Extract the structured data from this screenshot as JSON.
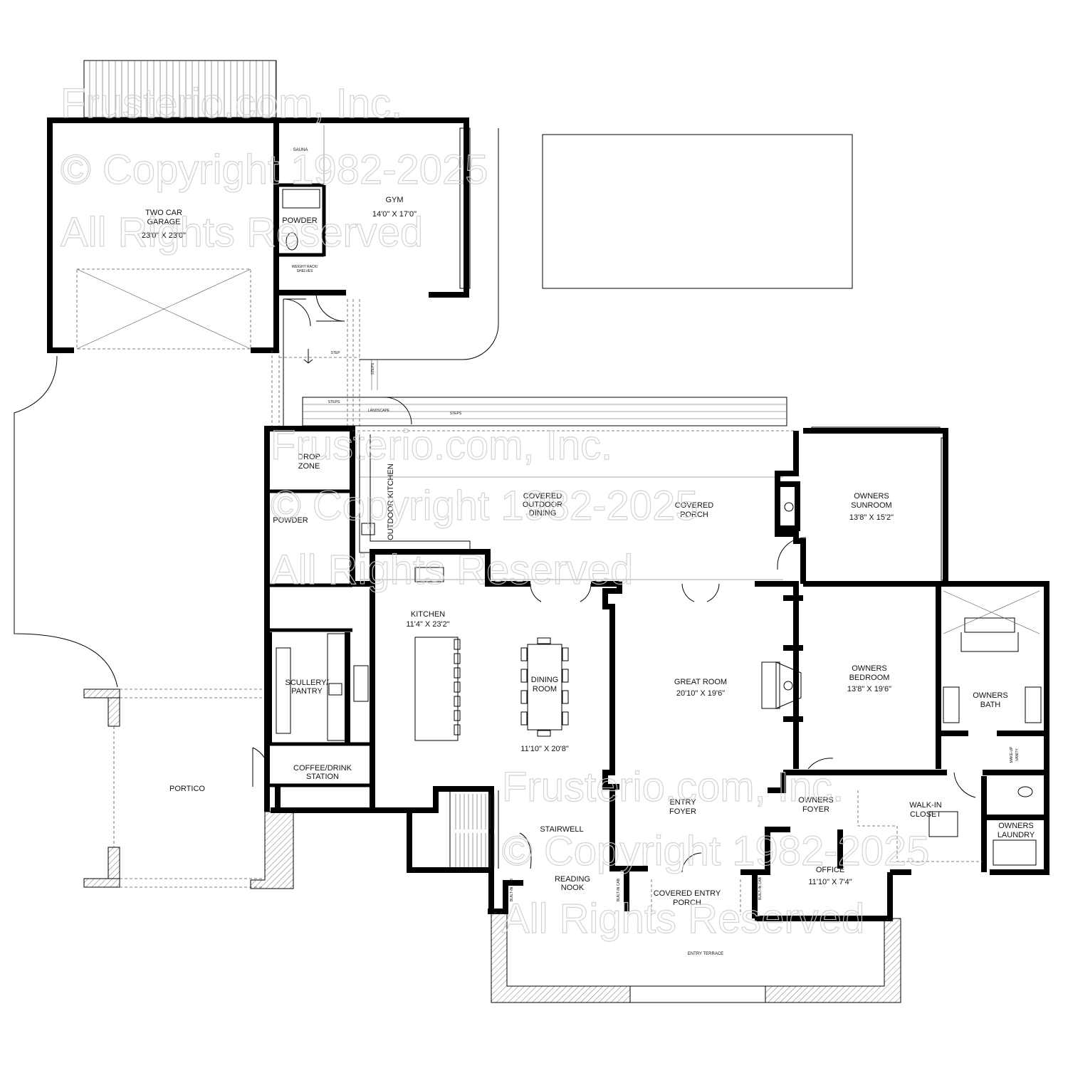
{
  "watermark": {
    "line1": "Frusterio.com, Inc.",
    "line2": "© Copyright 1982-2025",
    "line3": "All Rights Reserved"
  },
  "rooms": {
    "garage": {
      "name_1": "TWO CAR",
      "name_2": "GARAGE",
      "dims": "23'0\" X 23'0\""
    },
    "sauna": {
      "name": "SAUNA"
    },
    "powder_upper": {
      "name": "POWDER"
    },
    "weight_rack": {
      "name_1": "WEIGHT RACK/",
      "name_2": "SHELVES"
    },
    "gym": {
      "name": "GYM",
      "dims": "14'0\" X 17'0\""
    },
    "drop_zone": {
      "name_1": "DROP",
      "name_2": "ZONE"
    },
    "powder_lower": {
      "name": "POWDER"
    },
    "outdoor_kitchen": {
      "name": "OUTDOOR KITCHEN"
    },
    "covered_outdoor_dining": {
      "name_1": "COVERED",
      "name_2": "OUTDOOR",
      "name_3": "DINING"
    },
    "covered_porch": {
      "name_1": "COVERED",
      "name_2": "PORCH"
    },
    "owners_sunroom": {
      "name_1": "OWNERS",
      "name_2": "SUNROOM",
      "dims": "13'8\" X 15'2\""
    },
    "kitchen": {
      "name": "KITCHEN",
      "dims": "11'4\" X 23'2\""
    },
    "scullery": {
      "name_1": "SCULLERY/",
      "name_2": "PANTRY"
    },
    "dining": {
      "name_1": "DINING",
      "name_2": "ROOM",
      "dims": "11'10\" X 20'8\""
    },
    "great_room": {
      "name": "GREAT ROOM",
      "dims": "20'10\" X 19'6\""
    },
    "owners_bedroom": {
      "name_1": "OWNERS",
      "name_2": "BEDROOM",
      "dims": "13'8\" X 19'6\""
    },
    "owners_bath": {
      "name_1": "OWNERS",
      "name_2": "BATH"
    },
    "makeup_vanity": {
      "name_1": "MAKE-UP",
      "name_2": "VANITY"
    },
    "coffee_station": {
      "name_1": "COFFEE/DRINK",
      "name_2": "STATION"
    },
    "portico": {
      "name": "PORTICO"
    },
    "stairwell": {
      "name": "STAIRWELL"
    },
    "reading_nook": {
      "name_1": "READING",
      "name_2": "NOOK"
    },
    "entry_foyer": {
      "name_1": "ENTRY",
      "name_2": "FOYER"
    },
    "owners_foyer": {
      "name_1": "OWNERS",
      "name_2": "FOYER"
    },
    "walk_in_closet": {
      "name_1": "WALK-IN",
      "name_2": "CLOSET"
    },
    "owners_laundry": {
      "name_1": "OWNERS",
      "name_2": "LAUNDRY"
    },
    "office": {
      "name": "OFFICE",
      "dims": "11'10\" X 7'4\""
    },
    "covered_entry_porch": {
      "name_1": "COVERED ENTRY",
      "name_2": "PORCH"
    },
    "entry_terrace": {
      "name": "ENTRY TERRACE"
    }
  },
  "annotations": {
    "step": "STEP",
    "steps_a": "STEPS",
    "steps_b": "STEPS",
    "steps_c": "STEPS",
    "landscape": "LANDSCAPE",
    "built_in_cab": "BUILT-IN CAB"
  }
}
